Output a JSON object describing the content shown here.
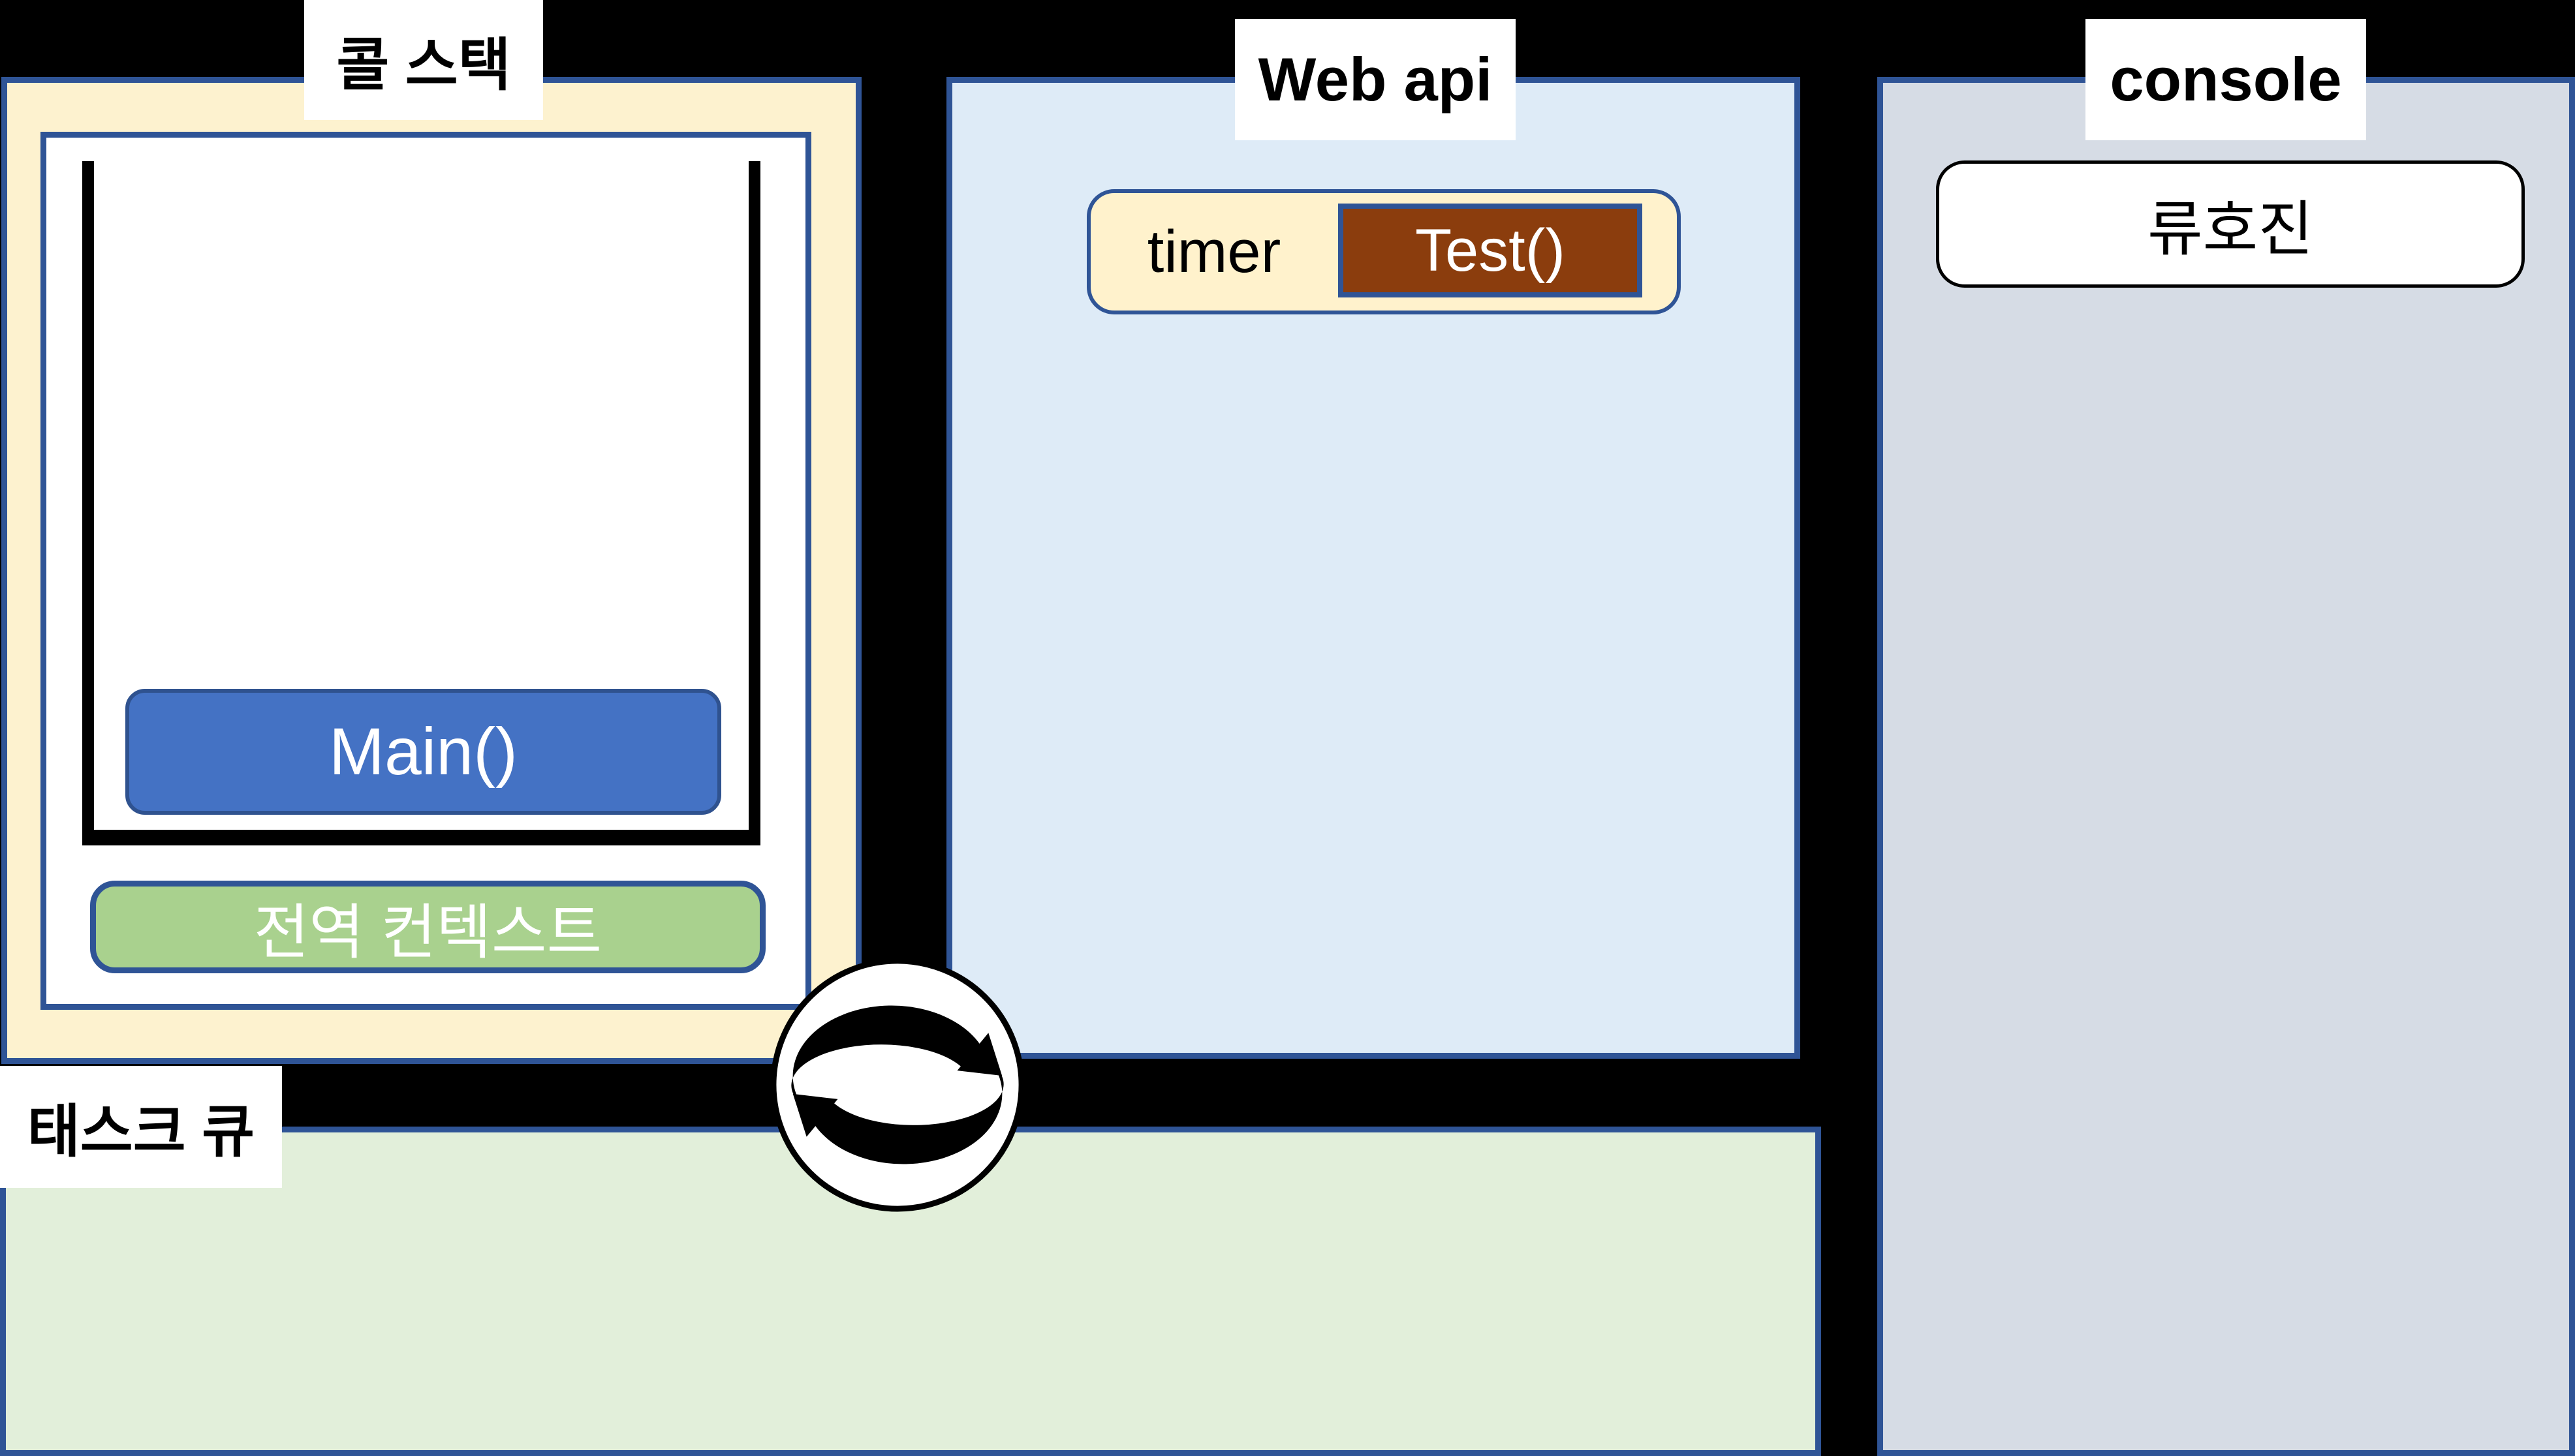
{
  "panels": {
    "call_stack": {
      "label": "콜 스택"
    },
    "web_api": {
      "label": "Web api"
    },
    "console": {
      "label": "console"
    },
    "task_queue": {
      "label": "태스크 큐"
    }
  },
  "call_stack": {
    "frames": [
      {
        "label": "Main()"
      }
    ],
    "global_context": "전역 컨텍스트"
  },
  "web_api": {
    "timer_label": "timer",
    "timer_callback": "Test()"
  },
  "console": {
    "output": "류호진"
  },
  "icons": {
    "event_loop": "circular-arrows-icon"
  },
  "colors": {
    "background": "#000000",
    "panel_border": "#2F5496",
    "call_stack_bg": "#FDF2CF",
    "web_api_bg": "#DEEBF7",
    "console_bg": "#D6DCE5",
    "task_queue_bg": "#E2EFDA",
    "stack_frame_blue": "#4472C4",
    "global_context_green": "#A9D18E",
    "timer_bg": "#FFF2CC",
    "callback_brown": "#8B3D0D"
  }
}
